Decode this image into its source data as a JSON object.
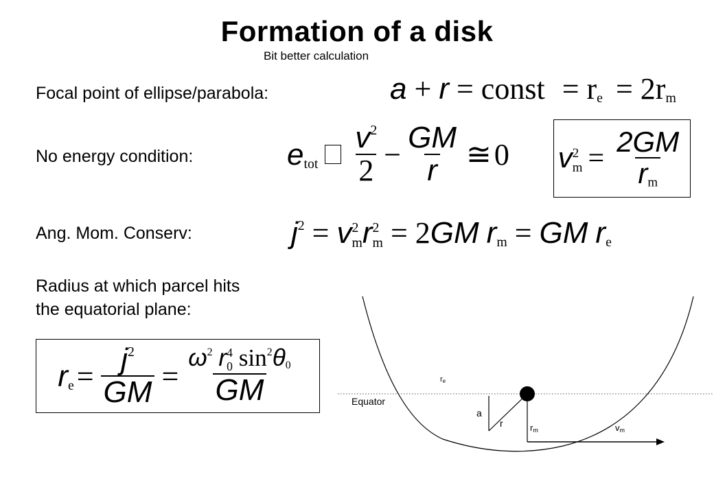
{
  "title": "Formation of a disk",
  "subtitle": "Bit better calculation",
  "labels": {
    "focal": "Focal point of ellipse/parabola:",
    "energy": "No energy condition:",
    "angmom": "Ang. Mom. Conserv:",
    "radius_line1": "Radius at which parcel hits",
    "radius_line2": "the equatorial plane:"
  },
  "eq_focal": {
    "a": "a",
    "plus": "+",
    "r": "r",
    "eq1": "=",
    "const": "const",
    "eq2": "=",
    "re_r": "r",
    "re_sub": "e",
    "eq3": "=",
    "two": "2",
    "rm_r": "r",
    "rm_sub": "m"
  },
  "eq_energy": {
    "e": "e",
    "e_sub": "tot",
    "v": "v",
    "v_sup": "2",
    "den2": "2",
    "minus": "−",
    "gm": "GM",
    "r": "r",
    "approx": "≅",
    "zero": "0"
  },
  "eq_vm": {
    "v": "v",
    "v_sup": "2",
    "v_sub": "m",
    "eq": "=",
    "num": "2GM",
    "den_r": "r",
    "den_sub": "m"
  },
  "eq_angmom": {
    "j": "j",
    "j_sup": "2",
    "eq1": "=",
    "v": "v",
    "v_sup": "2",
    "v_sub": "m",
    "r": "r",
    "r_sup": "2",
    "r_sub": "m",
    "eq2": "=",
    "two": "2",
    "gm1": "GM",
    "rm_r": "r",
    "rm_sub": "m",
    "eq3": "=",
    "gm2": "GM",
    "re_r": "r",
    "re_sub": "e"
  },
  "eq_re": {
    "r": "r",
    "r_sub": "e",
    "eq1": "=",
    "j": "j",
    "j_sup": "2",
    "gm1": "GM",
    "eq2": "=",
    "omega": "ω",
    "omega_sup": "2",
    "r0": "r",
    "r0_sub": "0",
    "r0_sup": "4",
    "sin": "sin",
    "sin_sup": "2",
    "theta": "θ",
    "theta_sub": "0",
    "gm2": "GM"
  },
  "diagram": {
    "equator_label": "Equator",
    "re_label": "r",
    "re_sub": "e",
    "a_label": "a",
    "r_label": "r",
    "rm_label": "r",
    "rm_sub": "m",
    "vm_label": "v",
    "vm_sub": "m"
  }
}
